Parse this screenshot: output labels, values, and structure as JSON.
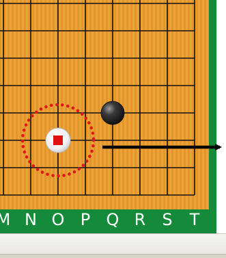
{
  "board": {
    "column_labels": [
      "M",
      "N",
      "O",
      "P",
      "Q",
      "R",
      "S",
      "T"
    ],
    "colors": {
      "wood": "#e39a2e",
      "wood_light": "#f0b24a",
      "grid_line": "#111111",
      "border": "#148a3a",
      "stone_black": "#2a2a2a",
      "marker_red": "#e01010",
      "target_ring": "#e01818",
      "arrow": "#000000"
    },
    "stones": [
      {
        "color": "black",
        "col": "Q"
      }
    ],
    "highlighted_point": {
      "col": "O",
      "marker": "red-square",
      "ring": "dotted-red-circle"
    }
  },
  "status_bar": {
    "text": ""
  }
}
